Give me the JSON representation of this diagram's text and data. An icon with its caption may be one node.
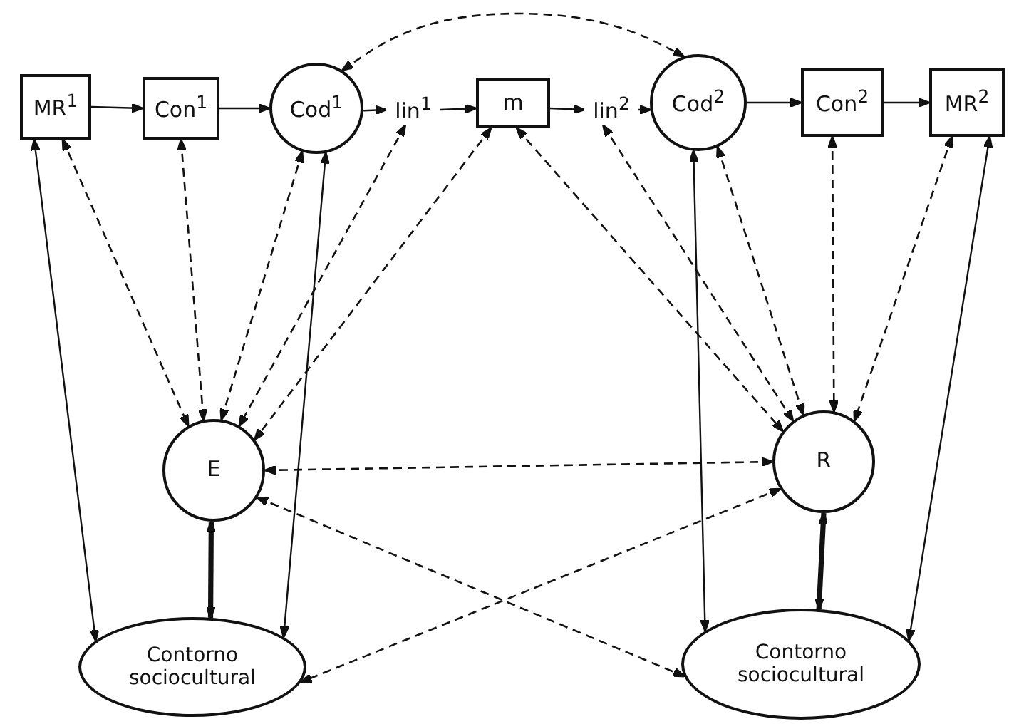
{
  "diagram": {
    "nodes": [
      {
        "text": [
          "MR$^{1}$"
        ]
      },
      {
        "text": [
          "Con$^{1}$"
        ]
      },
      {
        "text": [
          "Cod$^{1}$"
        ]
      },
      {
        "text": [
          "lin$^{1}$"
        ]
      },
      {
        "text": [
          "m"
        ]
      },
      {
        "text": [
          "lin$^{2}$"
        ]
      },
      {
        "text": [
          "Cod$^{2}$"
        ]
      },
      {
        "text": [
          "Con$^{2}$"
        ]
      },
      {
        "text": [
          "MR$^{2}$"
        ]
      },
      {
        "text": [
          "E"
        ]
      },
      {
        "text": [
          "R"
        ]
      },
      {
        "text": [
          "Contorno sociocultural"
        ]
      },
      {
        "text": [
          "Contorno sociocultural"
        ]
      }
    ],
    "edges": [
      {
        "from": 0,
        "to": 1,
        "arrow": "to"
      },
      {
        "from": 1,
        "to": 2,
        "arrow": "to"
      },
      {
        "from": 2,
        "to": 3,
        "arrow": "to"
      },
      {
        "from": 3,
        "to": 4,
        "arrow": "to"
      },
      {
        "from": 4,
        "to": 5,
        "arrow": "to"
      },
      {
        "from": 5,
        "to": 6,
        "arrow": "to"
      },
      {
        "from": 6,
        "to": 7,
        "arrow": "to"
      },
      {
        "from": 7,
        "to": 8,
        "arrow": "to"
      },
      {
        "from": 2,
        "to": 6,
        "arrow": "both",
        "style": "dashed"
      },
      {
        "from": 0,
        "to": 11,
        "arrow": "both"
      },
      {
        "from": 0,
        "to": 9,
        "arrow": "both",
        "style": "dashed"
      },
      {
        "from": 1,
        "to": 9,
        "arrow": "both",
        "style": "dashed"
      },
      {
        "from": 2,
        "to": 9,
        "arrow": "both",
        "style": "dashed"
      },
      {
        "from": 2,
        "to": 11,
        "arrow": "both"
      },
      {
        "from": 3,
        "to": 9,
        "arrow": "both",
        "style": "dashed"
      },
      {
        "from": 4,
        "to": 9,
        "arrow": "both",
        "style": "dashed"
      },
      {
        "from": 4,
        "to": 10,
        "arrow": "both",
        "style": "dashed"
      },
      {
        "from": 5,
        "to": 10,
        "arrow": "both",
        "style": "dashed"
      },
      {
        "from": 6,
        "to": 12,
        "arrow": "both"
      },
      {
        "from": 6,
        "to": 10,
        "arrow": "both",
        "style": "dashed"
      },
      {
        "from": 7,
        "to": 10,
        "arrow": "both",
        "style": "dashed"
      },
      {
        "from": 8,
        "to": 10,
        "arrow": "both",
        "style": "dashed"
      },
      {
        "from": 8,
        "to": 12,
        "arrow": "both"
      },
      {
        "from": 9,
        "to": 10,
        "arrow": "both",
        "style": "dashed"
      },
      {
        "from": 9,
        "to": 12,
        "arrow": "both",
        "style": "dashed"
      },
      {
        "from": 10,
        "to": 11,
        "arrow": "both",
        "style": "dashed"
      },
      {
        "from": 9,
        "to": 11,
        "arrow": "both",
        "style": "thick"
      },
      {
        "from": 10,
        "to": 12,
        "arrow": "both",
        "style": "thick"
      }
    ]
  }
}
